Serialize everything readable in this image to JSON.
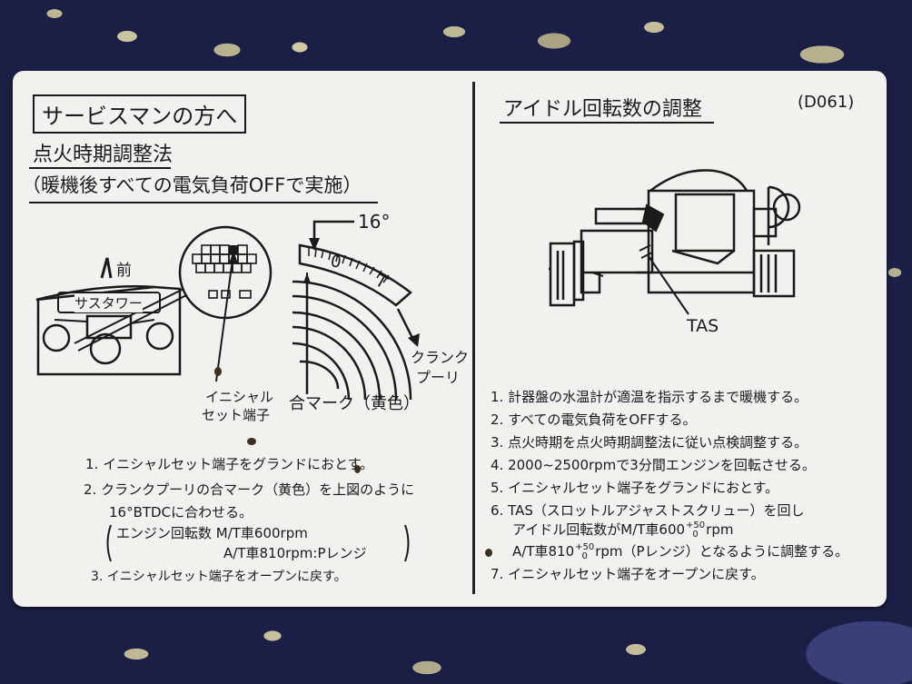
{
  "left": {
    "title": "サービスマンの方へ",
    "heading": "点火時期調整法",
    "subheading": "（暖機後すべての電気負荷OFFで実施）",
    "diagram": {
      "front_label": "前",
      "suspension_label": "サスタワー",
      "degree_label": "16°",
      "scale_mark_0": "0",
      "scale_mark_1": "T",
      "crank_label_1": "クランク",
      "crank_label_2": "プーリ",
      "align_mark_label": "合マーク（黄色）",
      "initial_label_1": "イニシャル",
      "initial_label_2": "セット端子"
    },
    "steps": [
      "1. イニシャルセット端子をグランドにおとす。",
      "2. クランクプーリの合マーク（黄色）を上図のように",
      "16°BTDCに合わせる。",
      "エンジン回転数 M/T車600rpm",
      "A/T車810rpm:Pレンジ",
      "3. イニシャルセット端子をオープンに戻す。"
    ]
  },
  "right": {
    "title": "アイドル回転数の調整",
    "code": "(D061)",
    "diagram": {
      "tas_label": "TAS"
    },
    "steps": [
      "1. 計器盤の水温計が適温を指示するまで暖機する。",
      "2. すべての電気負荷をOFFする。",
      "3. 点火時期を点火時期調整法に従い点検調整する。",
      "4. 2000~2500rpmで3分間エンジンを回転させる。",
      "5. イニシャルセット端子をグランドにおとす。",
      "6. TAS（スロットルアジャストスクリュー）を回し",
      "アイドル回転数がM/T車600",
      "rpm",
      "A/T車810",
      "rpm（Pレンジ）となるように調整する。",
      "7. イニシャルセット端子をオープンに戻す。"
    ],
    "tolerance": {
      "upper": "+50",
      "lower": "0"
    }
  },
  "colors": {
    "plate": "#f1f1ee",
    "ink": "#1a1a1a",
    "background": "#1c1f45"
  }
}
